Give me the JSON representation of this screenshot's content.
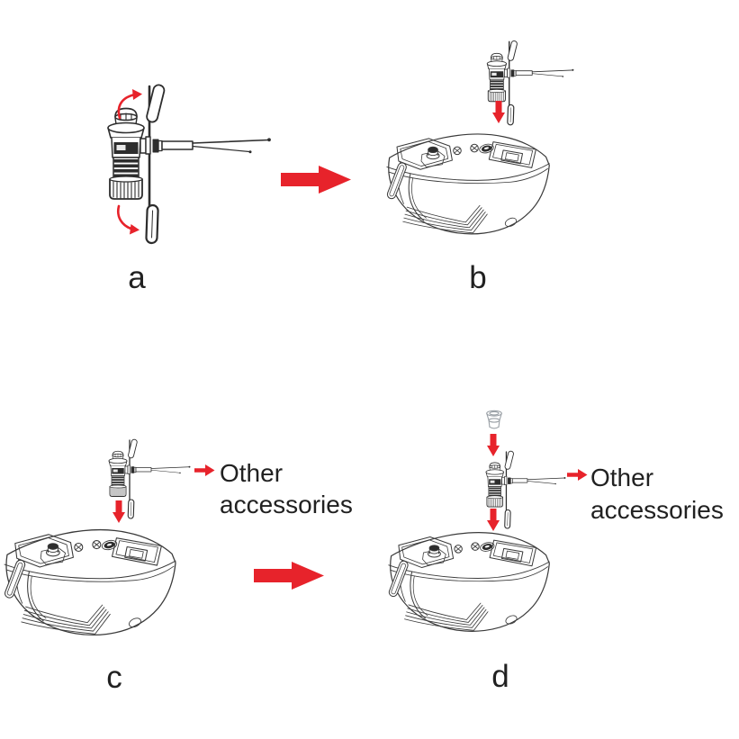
{
  "diagram": {
    "background_color": "#ffffff",
    "accent_color": "#e7232b",
    "line_color": "#2d2d2d",
    "text_color": "#212121",
    "steps": [
      {
        "label": "a"
      },
      {
        "label": "b"
      },
      {
        "label": "c",
        "callout": {
          "line1": "Other",
          "line2": "accessories"
        }
      },
      {
        "label": "d",
        "callout": {
          "line1": "Other",
          "line2": "accessories"
        }
      }
    ],
    "icons": {
      "arrow_right_large": "➡",
      "arrow_down_small": "⬇",
      "arrow_right_small": "→",
      "rotate_arrow_top": "⤸",
      "rotate_arrow_bottom": "⤹"
    }
  }
}
